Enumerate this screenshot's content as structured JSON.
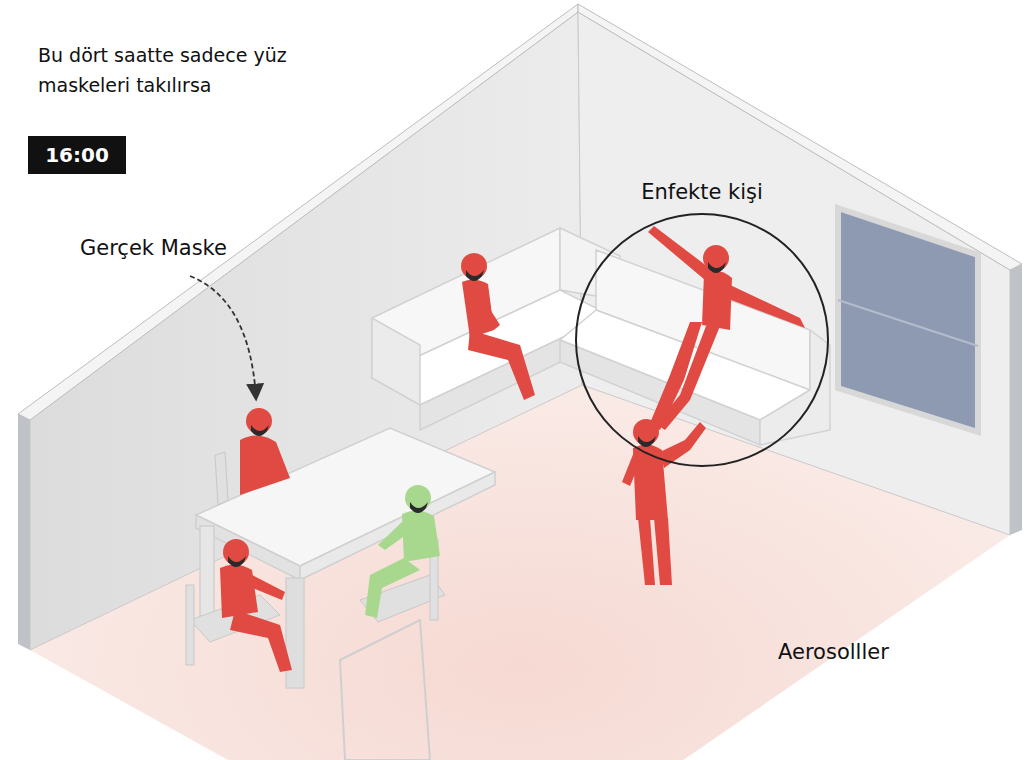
{
  "diagram": {
    "title": "Bu dört saatte sadece yüz maskeleri takılırsa",
    "nodes": [
      {
        "text": [
          "16:00"
        ]
      },
      {
        "text": [
          "Enfekte kişi"
        ]
      }
    ],
    "labels": [
      "Gerçek Maske",
      "Aerosolller"
    ]
  }
}
